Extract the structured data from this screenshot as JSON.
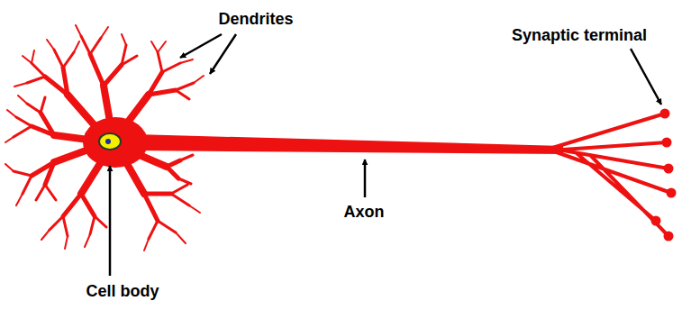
{
  "diagram": {
    "labels": [
      "Dendrites",
      "Synaptic terminal",
      "Axon",
      "Cell body"
    ]
  }
}
